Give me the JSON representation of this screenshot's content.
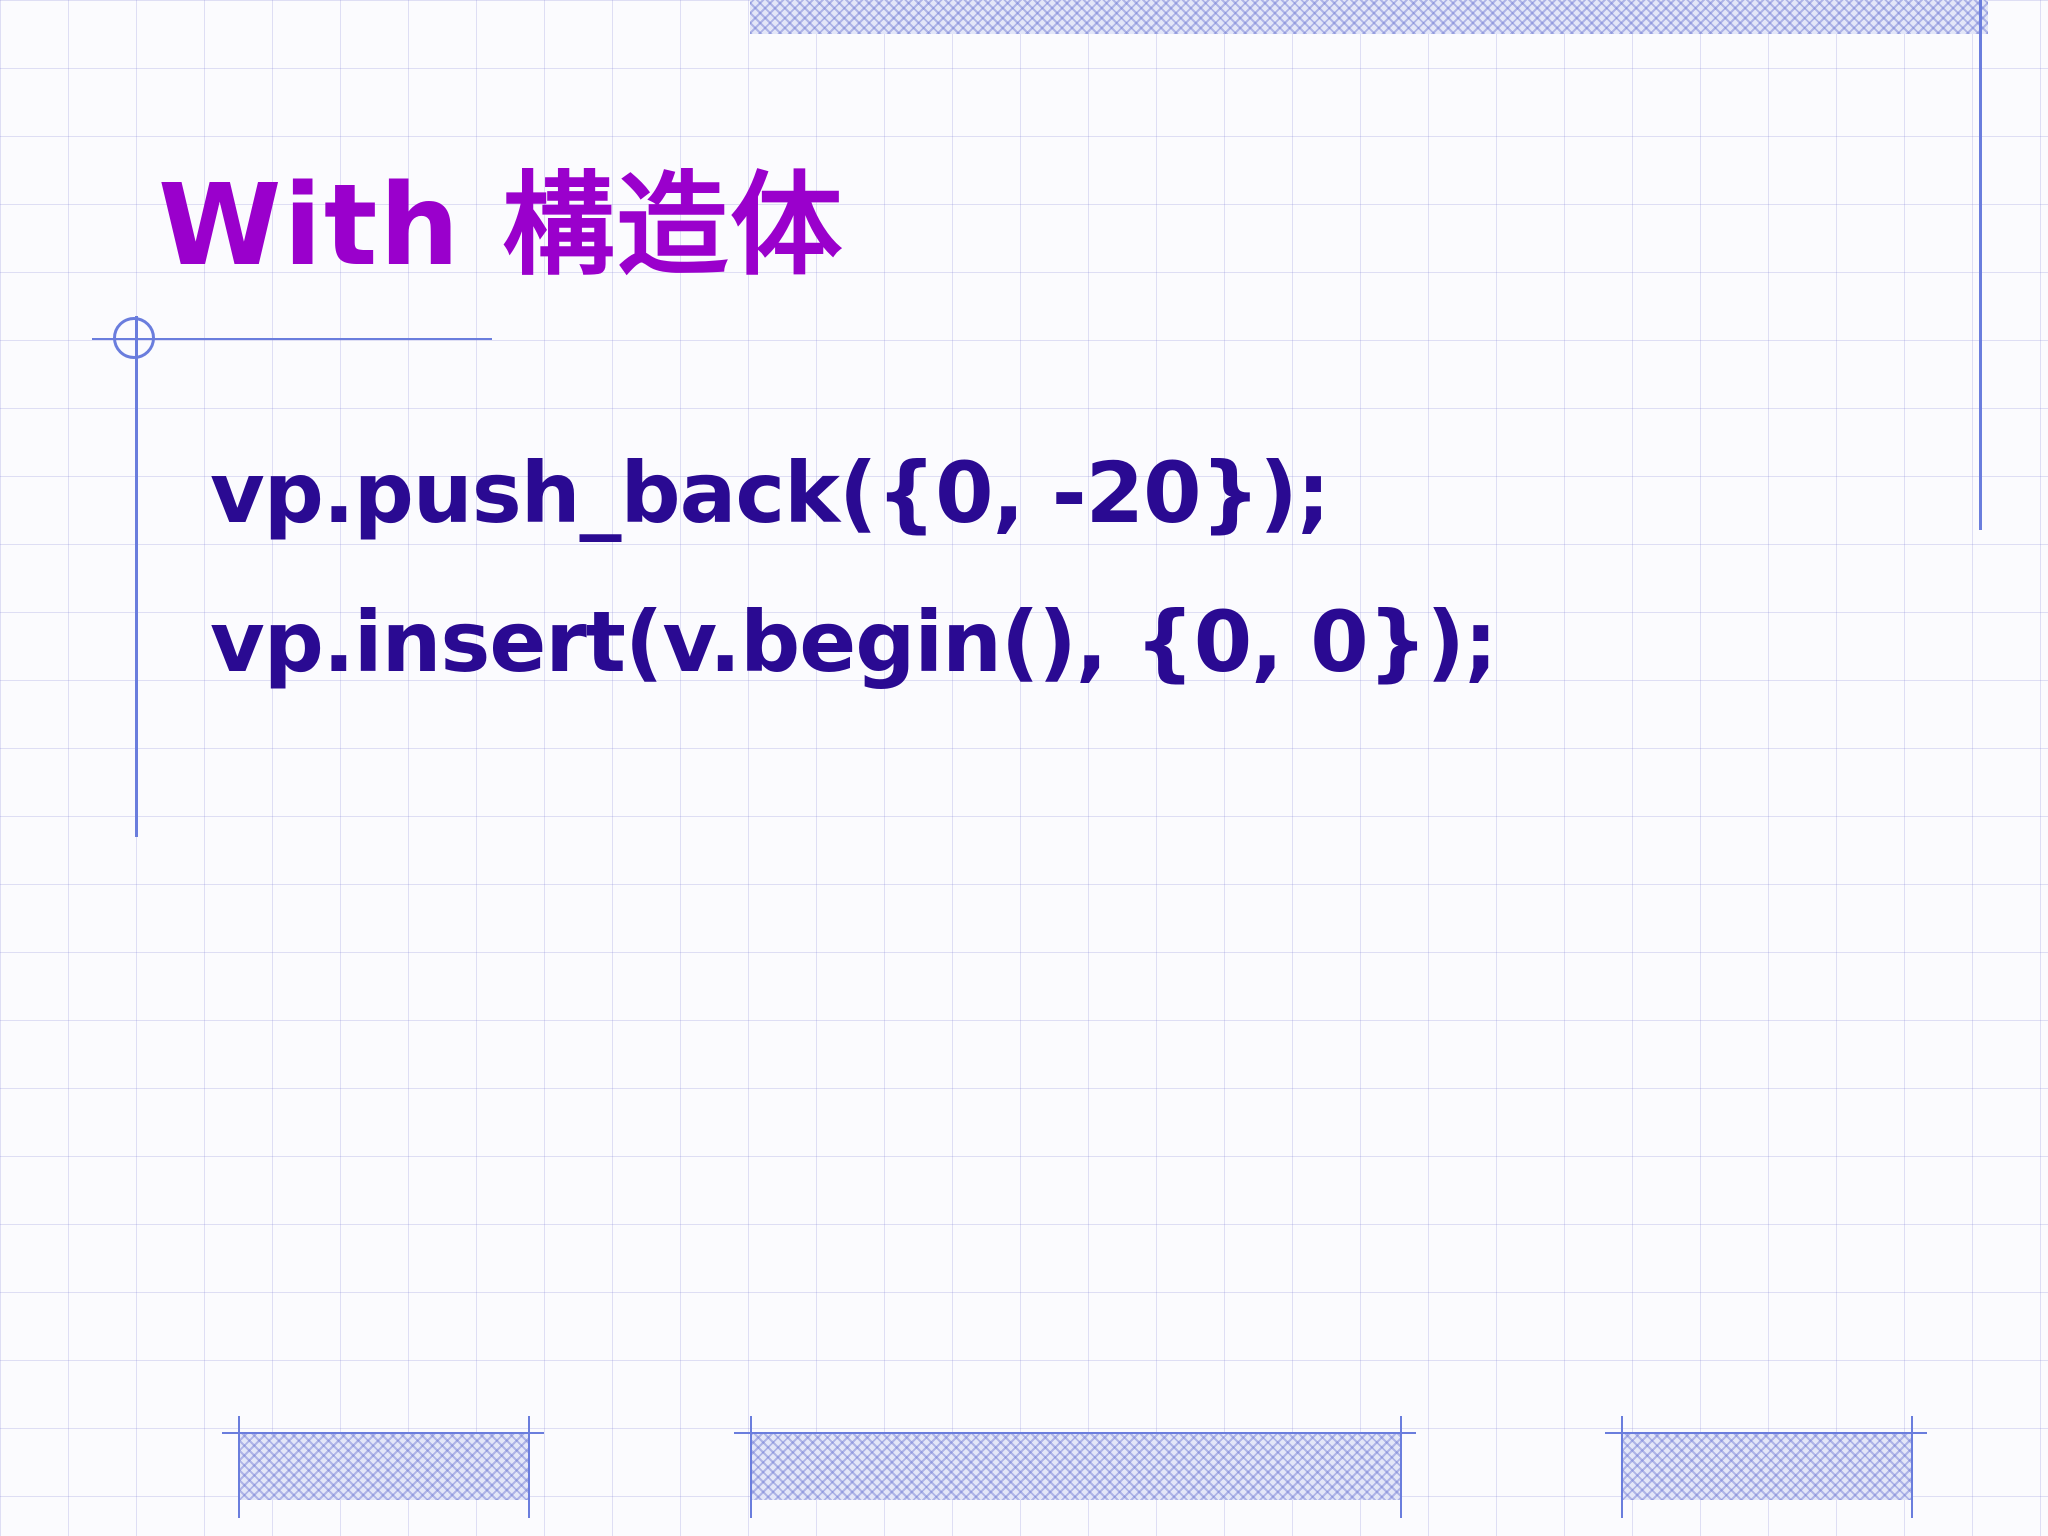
{
  "slide": {
    "title": "With 構造体",
    "code_lines": [
      "vp.push_back({0, -20});",
      "vp.insert(v.begin(), {0, 0});"
    ]
  }
}
